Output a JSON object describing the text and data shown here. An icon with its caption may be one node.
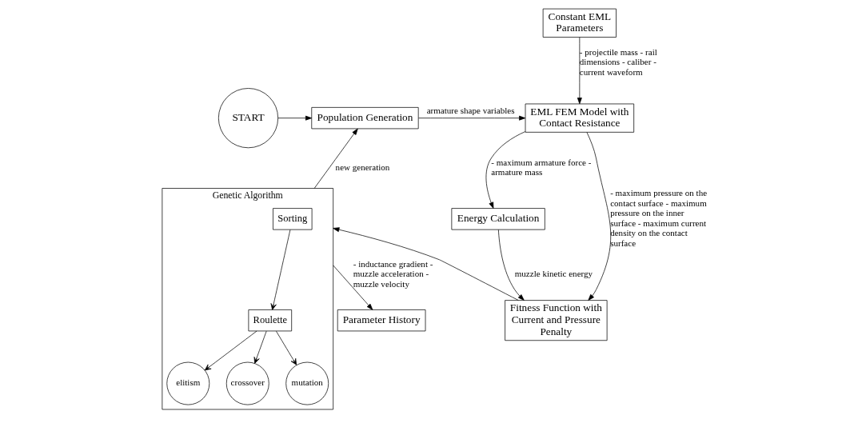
{
  "diagram": {
    "nodes": [
      {
        "text": [
          "START"
        ]
      },
      {
        "text": [
          "Constant EML Parameters"
        ]
      },
      {
        "text": [
          "Population Generation"
        ]
      },
      {
        "text": [
          "EML FEM Model with Contact Resistance"
        ]
      },
      {
        "text": [
          "Genetic Algorithm"
        ]
      },
      {
        "text": [
          "Sorting"
        ],
        "in": 4
      },
      {
        "text": [
          "Roulette"
        ],
        "in": 4
      },
      {
        "text": [
          "elitism"
        ],
        "in": 4
      },
      {
        "text": [
          "crossover"
        ],
        "in": 4
      },
      {
        "text": [
          "mutation"
        ],
        "in": 4
      },
      {
        "text": [
          "Energy Calculation"
        ]
      },
      {
        "text": [
          "Fitness Function with Current and Pressure Penalty"
        ]
      },
      {
        "text": [
          "Parameter History"
        ]
      }
    ],
    "edges": [
      {
        "from": 0,
        "to": 2,
        "arrow": "to"
      },
      {
        "from": 1,
        "to": 3,
        "arrow": "to",
        "label": "- projectile mass - rail dimensions - caliber - current waveform"
      },
      {
        "from": 2,
        "to": 3,
        "arrow": "to",
        "label": "armature shape variables"
      },
      {
        "from": 3,
        "to": 11,
        "arrow": "to",
        "label": "- maximum pressure on the contact surface - maximum pressure on the inner surface - maximum current density on the contact surface"
      },
      {
        "from": 3,
        "to": 10,
        "arrow": "to",
        "label": "- maximum armature force - armature mass"
      },
      {
        "from": 10,
        "to": 11,
        "arrow": "to",
        "label": "muzzle kinetic energy"
      },
      {
        "from": 11,
        "to": 4,
        "arrow": "to"
      },
      {
        "from": 4,
        "to": 2,
        "arrow": "to",
        "label": "new generation"
      },
      {
        "from": 4,
        "to": 12,
        "arrow": "to",
        "label": "- inductance gradient - muzzle acceleration - muzzle velocity"
      },
      {
        "from": 5,
        "to": 6,
        "arrow": "to"
      },
      {
        "from": 6,
        "to": 7,
        "arrow": "to"
      },
      {
        "from": 6,
        "to": 8,
        "arrow": "to"
      },
      {
        "from": 6,
        "to": 9,
        "arrow": "to"
      }
    ]
  }
}
